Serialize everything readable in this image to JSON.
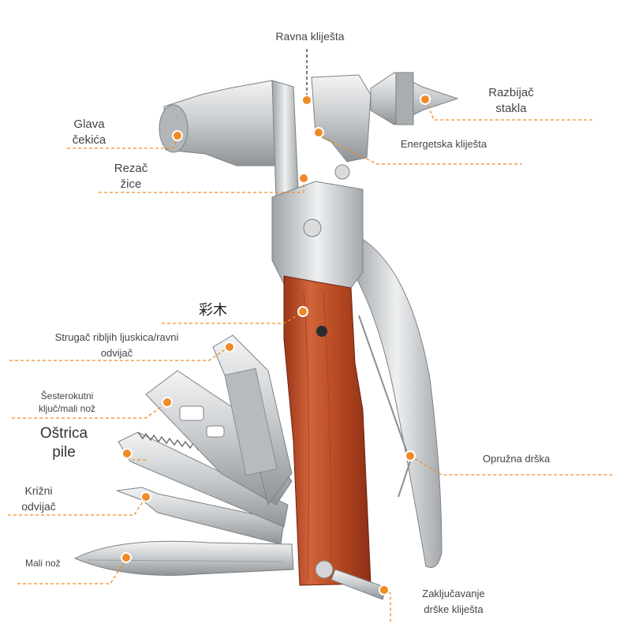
{
  "colors": {
    "leader": "#f08a24",
    "dot": "#f08a24",
    "metal": "#c9ccd0",
    "handle_wood": "#c1502a",
    "text": "#444444"
  },
  "labels": {
    "ravna_klijesta": "Ravna kliješta",
    "razbijac_stakla": "Razbijač\nstakla",
    "glava_cekica": "Glava\nčekića",
    "energetska_klijesta": "Energetska kliješta",
    "rezac_zice": "Rezač\nžice",
    "handle_material": "彩木",
    "strugac": "Strugač ribljih ljuskica/ravni\nodvijač",
    "sesterokutni": "Šesterokutni\nključ/mali nož",
    "ostrica_pile": "Oštrica\npile",
    "krizni_odvijac": "Križni\nodvijač",
    "opruzna_drska": "Opružna drška",
    "mali_noz": "Mali nož",
    "zakljucavanje": "Zaključavanje\ndrške kliješta"
  }
}
